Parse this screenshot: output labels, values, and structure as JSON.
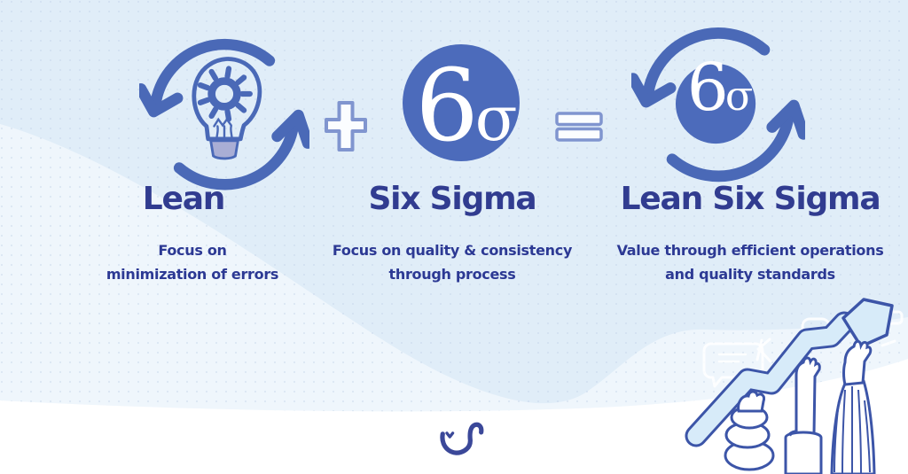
{
  "infographic": {
    "columns": [
      {
        "title": "Lean",
        "desc_line1": "Focus on",
        "desc_line2": "minimization of errors",
        "icon": "cycle-arrows-lightbulb-gear-icon"
      },
      {
        "title": "Six Sigma",
        "desc_line1": "Focus on quality & consistency",
        "desc_line2": "through process",
        "icon": "six-sigma-filled-circle-icon",
        "badge_six": "6",
        "badge_sigma": "σ"
      },
      {
        "title": "Lean Six Sigma",
        "desc_line1": "Value through efficient operations",
        "desc_line2": "and quality standards",
        "icon": "cycle-arrows-six-sigma-icon",
        "badge_six": "6",
        "badge_sigma": "σ"
      }
    ],
    "operators": {
      "plus": "plus-outline-icon",
      "equals": "equals-outline-icon"
    },
    "decorations": {
      "illustration": "hands-lifting-growth-arrow-illustration",
      "logo": "smiley-wink-logo-icon"
    },
    "colors": {
      "accent_blue": "#4a69b7",
      "badge_circle_fill": "#4c6bbb",
      "title_navy": "#313c90",
      "body_text_blue": "#2c3994",
      "operator_outline": "#8095cf",
      "wave_light_blue": "#e0edf8",
      "wave_pale_blue": "#eff6fc",
      "illustration_outline": "#3c55a8",
      "growth_arrow_fill": "#d7ebf9",
      "bulb_socket": "#a9aed5",
      "logo_blue": "#3b4899"
    }
  }
}
